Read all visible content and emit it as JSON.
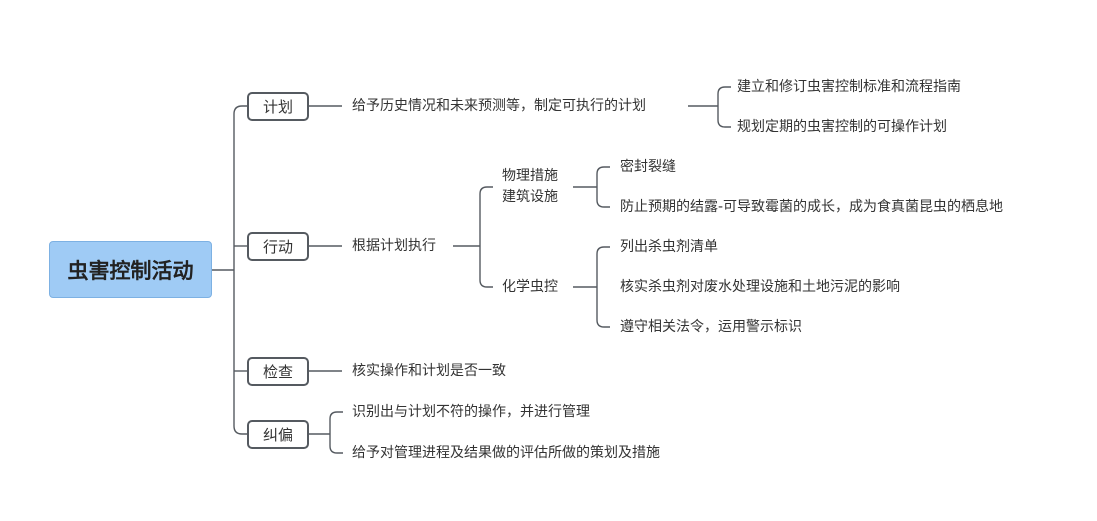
{
  "root": {
    "label": "虫害控制活动"
  },
  "branches": [
    {
      "label": "计划",
      "detail": "给予历史情况和未来预测等，制定可执行的计划",
      "items": [
        "建立和修订虫害控制标准和流程指南",
        "规划定期的虫害控制的可操作计划"
      ]
    },
    {
      "label": "行动",
      "detail": "根据计划执行",
      "groups": [
        {
          "label_line1": "物理措施",
          "label_line2": "建筑设施",
          "items": [
            "密封裂缝",
            "防止预期的结露-可导致霉菌的成长，成为食真菌昆虫的栖息地"
          ]
        },
        {
          "label_line1": "化学虫控",
          "items": [
            "列出杀虫剂清单",
            "核实杀虫剂对废水处理设施和土地污泥的影响",
            "遵守相关法令，运用警示标识"
          ]
        }
      ]
    },
    {
      "label": "检查",
      "detail": "核实操作和计划是否一致"
    },
    {
      "label": "纠偏",
      "items": [
        "识别出与计划不符的操作，并进行管理",
        "给予对管理进程及结果做的评估所做的策划及措施"
      ]
    }
  ],
  "colors": {
    "root_fill": "#9fcbf5",
    "line": "#555a60",
    "text": "#333333"
  }
}
